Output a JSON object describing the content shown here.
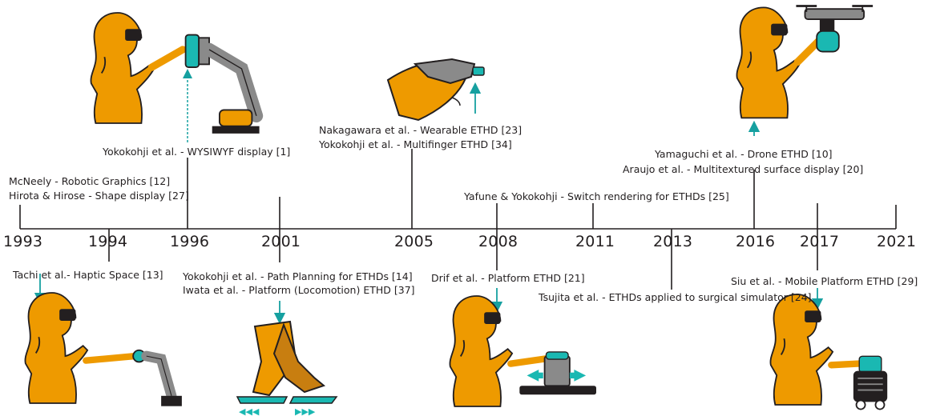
{
  "years": [
    "1993",
    "1994",
    "1996",
    "2001",
    "2005",
    "2008",
    "2011",
    "2013",
    "2016",
    "2017",
    "2021"
  ],
  "labels": {
    "mcneely": "McNeely - Robotic Graphics [12]",
    "hirota": "Hirota & Hirose - Shape display [27]",
    "tachi": "Tachi et al.- Haptic Space [13]",
    "yoko_wysiwyf": "Yokokohji  et al. - WYSIWYF display [1]",
    "yoko_path": "Yokokohji  et al. - Path Planning for ETHDs [14]",
    "iwata": "Iwata et al. - Platform (Locomotion) ETHD [37]",
    "nakagawara": "Nakagawara et al. - Wearable ETHD [23]",
    "yoko_multi": "Yokokohji et al. - Multifinger ETHD [34]",
    "drif": "Drif et al. - Platform ETHD [21]",
    "yafune": "Yafune & Yokokohji - Switch rendering for ETHDs [25]",
    "tsujita": "Tsujita et  al. - ETHDs applied to surgical simulator [24]",
    "yamaguchi": "Yamaguchi et al. - Drone ETHD [10]",
    "araujo": "Araujo et al.  - Multitextured surface display [20]",
    "siu": "Siu et al. - Mobile Platform ETHD [29]"
  },
  "colors": {
    "body": "#ee9a00",
    "accent": "#1ab8b2",
    "robot": "#8a8a8a",
    "dark": "#231f20",
    "arrow": "#16a0a0"
  }
}
